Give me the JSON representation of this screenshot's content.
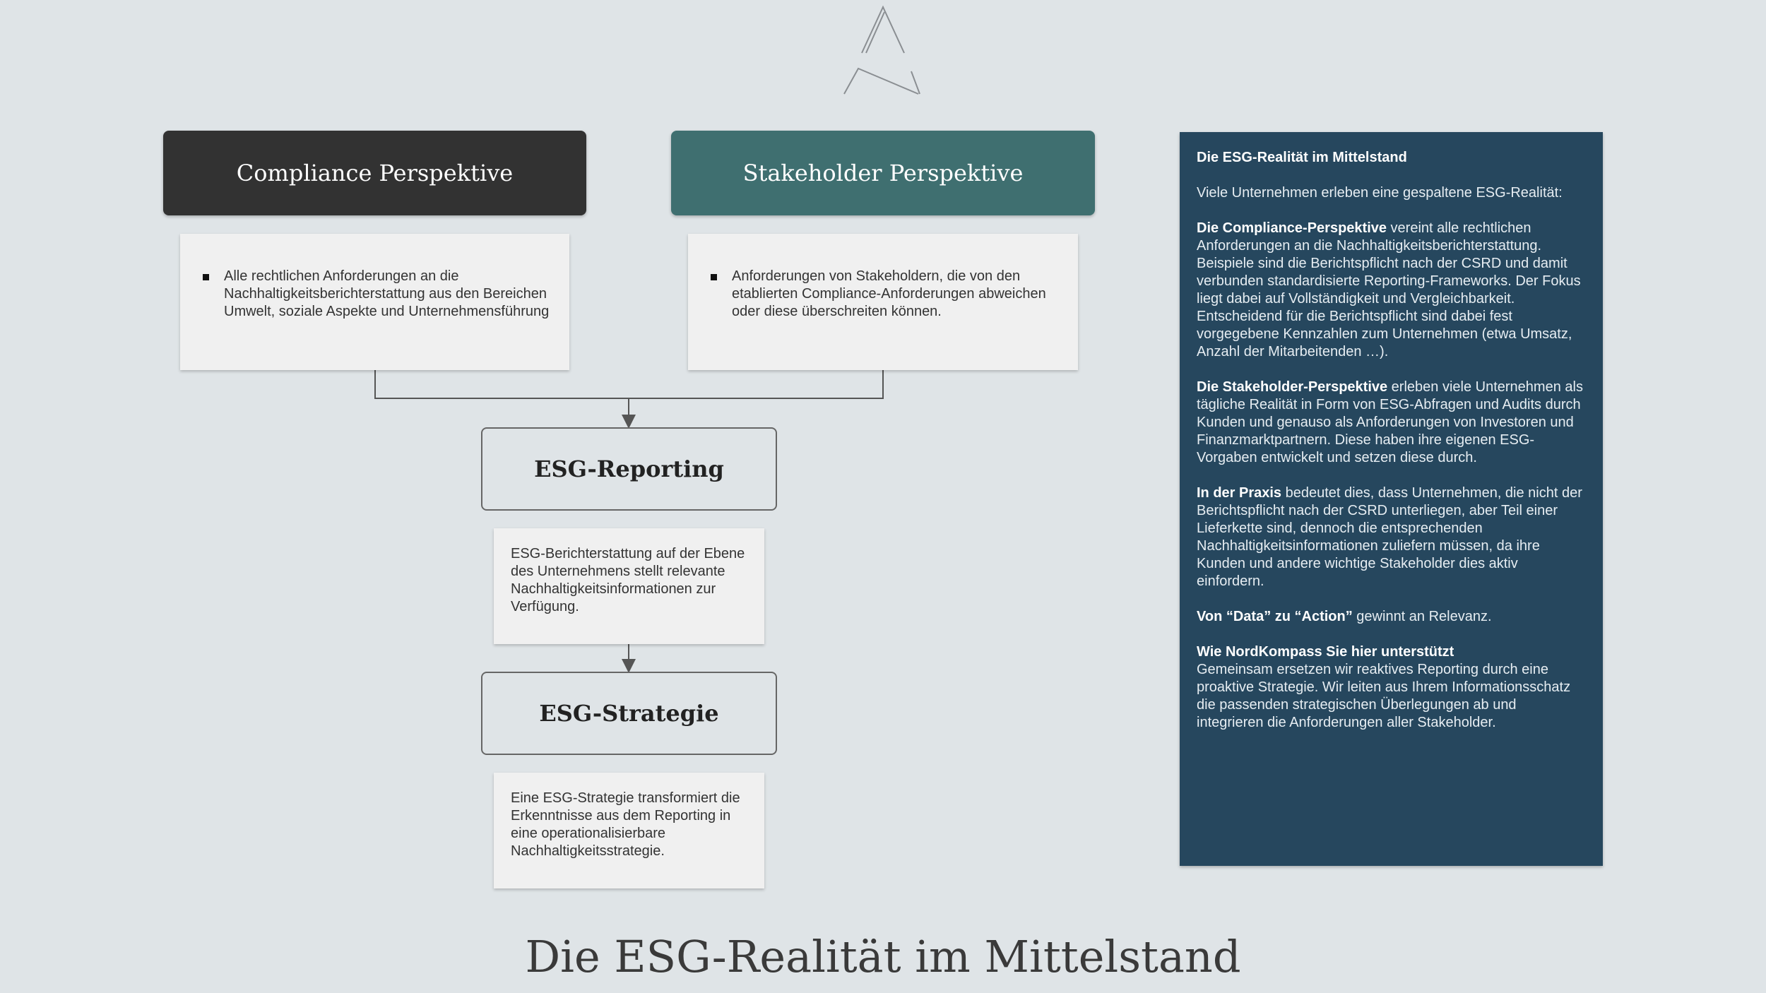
{
  "colors": {
    "background": "#dfe4e7",
    "compliance_header": "#323232",
    "stakeholder_header": "#3f6f70",
    "side_panel": "#26475e",
    "card": "#f0f0f0"
  },
  "logo": {
    "icon": "compass-triangle-logo-icon"
  },
  "compliance": {
    "title": "Compliance Perspektive",
    "bullet": "Alle rechtlichen Anforderungen an die Nachhaltigkeitsberichterstattung aus den Bereichen Umwelt, soziale Aspekte und Unternehmensführung"
  },
  "stakeholder": {
    "title": "Stakeholder Perspektive",
    "bullet": "Anforderungen von Stakeholdern, die von den etablierten Compliance-Anforderungen abweichen oder diese überschreiten können."
  },
  "reporting": {
    "title": "ESG-Reporting",
    "text": "ESG-Berichterstattung auf der Ebene des Unternehmens stellt relevante Nachhaltigkeitsinformationen zur Verfügung."
  },
  "strategy": {
    "title": "ESG-Strategie",
    "text": "Eine ESG-Strategie transformiert die Erkenntnisse aus dem Reporting in eine operationalisierbare Nachhaltigkeitsstrategie."
  },
  "side_panel": {
    "title": "Die ESG-Realität im Mittelstand",
    "intro": "Viele Unternehmen erleben eine gespaltene ESG-Realität:",
    "p1_bold": "Die Compliance-Perspektive",
    "p1_text": " vereint alle rechtlichen Anforderungen an die Nachhaltigkeitsberichterstattung. Beispiele sind die Berichtspflicht nach der CSRD und damit verbunden standardisierte Reporting-Frameworks. Der Fokus liegt dabei auf Vollständigkeit und Vergleichbarkeit. Entscheidend für die Berichtspflicht sind dabei fest vorgegebene Kennzahlen zum Unternehmen (etwa Umsatz, Anzahl der Mitarbeitenden …).",
    "p2_bold": "Die Stakeholder-Perspektive",
    "p2_text": " erleben viele Unternehmen als tägliche Realität in Form von ESG-Abfragen und Audits durch Kunden und genauso als Anforderungen von Investoren und Finanzmarktpartnern. Diese haben ihre eigenen ESG-Vorgaben entwickelt und setzen diese durch.",
    "p3_bold": "In der Praxis",
    "p3_text": " bedeutet dies, dass Unternehmen, die nicht der Berichtspflicht nach der CSRD unterliegen, aber Teil einer Lieferkette sind, dennoch die entsprechenden Nachhaltigkeitsinformationen zuliefern müssen, da ihre Kunden und andere wichtige Stakeholder dies aktiv einfordern.",
    "p4_bold": "Von “Data” zu “Action”",
    "p4_text": " gewinnt an Relevanz.",
    "p5_bold": "Wie NordKompass Sie hier unterstützt",
    "p5_text": "Gemeinsam ersetzen wir reaktives Reporting durch eine proaktive Strategie. Wir leiten aus Ihrem Informationsschatz die passenden strategischen Überlegungen ab und integrieren die Anforderungen aller Stakeholder."
  },
  "page_title": "Die ESG-Realität im Mittelstand"
}
